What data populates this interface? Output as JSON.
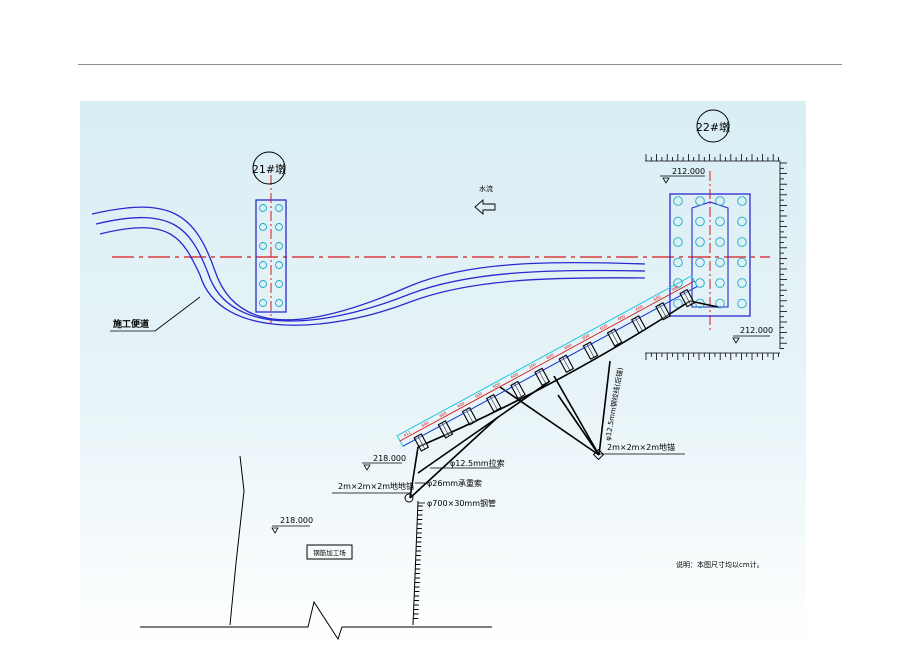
{
  "piers": {
    "left": "21#墩",
    "right": "22#墩"
  },
  "labels": {
    "flow": "水流",
    "construction_road": "施工便道",
    "rebar_yard": "钢筋加工场",
    "note": "说明：本图尺寸均以cm计。"
  },
  "elevations": {
    "right_top": "212.000",
    "right_bottom": "212.000",
    "left_top": "218.000",
    "left_bottom": "218.000"
  },
  "callouts": {
    "cable_vertical": "φ12.5mm钢绞线(后锚)",
    "anchor_right": "2m×2m×2m地锚",
    "cable_tie": "φ12.5mm拉索",
    "anchor_left": "2m×2m×2m地地锚",
    "bearing_cable": "φ26mm承重索",
    "steel_pipe": "φ700×30mm钢管"
  },
  "bridge_dims": [
    "411",
    "600",
    "600",
    "600",
    "600",
    "600",
    "600",
    "300",
    "600",
    "600",
    "600",
    "600",
    "600",
    "600",
    "600",
    "300"
  ],
  "colors": {
    "blue": "#2a2ad0",
    "red": "#d81818",
    "cyan": "#18b8d8",
    "black": "#000000",
    "background": "#dcf0f6"
  }
}
